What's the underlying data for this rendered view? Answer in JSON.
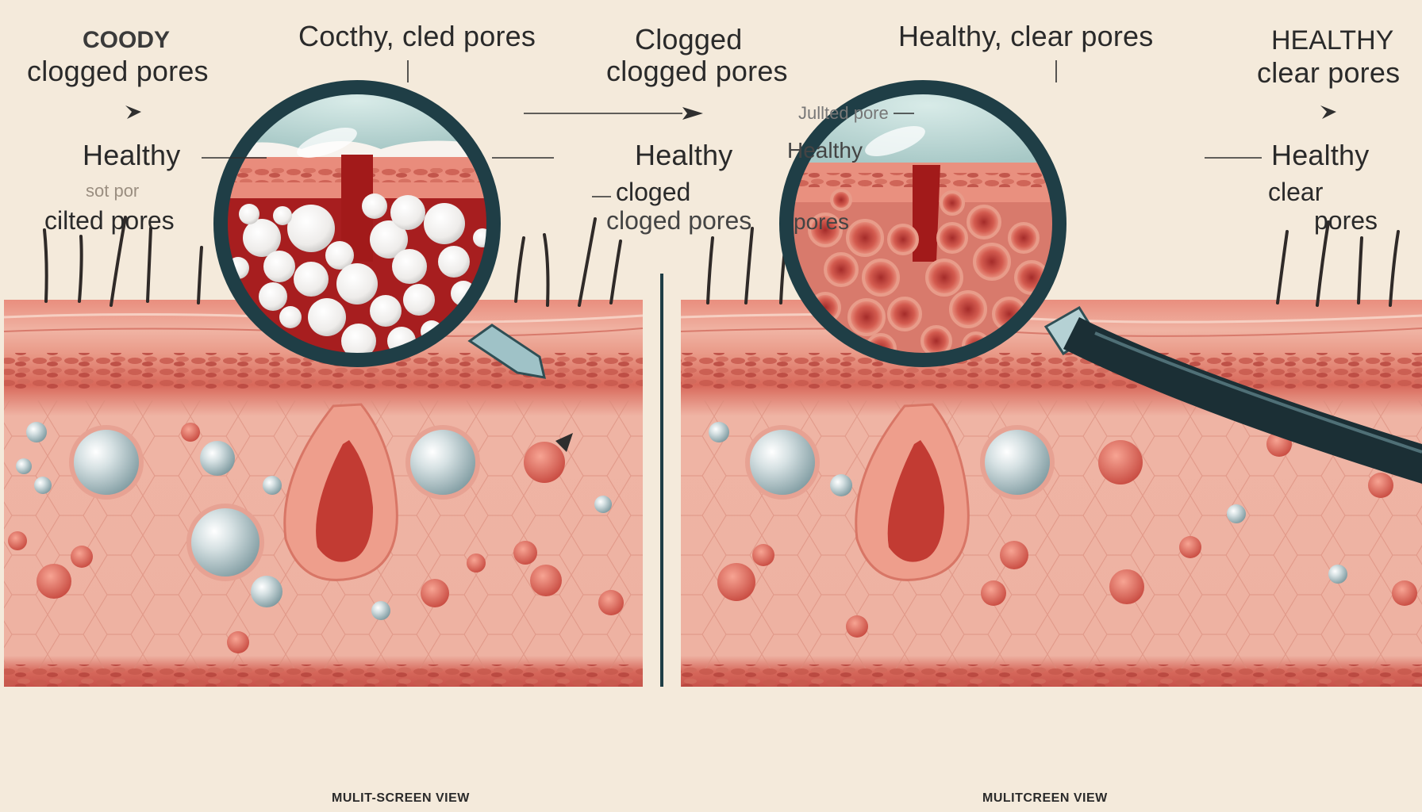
{
  "left_panel": {
    "labels": {
      "corner_title_line1": "COODY",
      "corner_title_line2": "clogged pores",
      "top_center_title": "Cocthy, cled pores",
      "right_title_line1": "Clogged",
      "right_title_line2": "clogged pores",
      "healthy_left": "Healthy",
      "faint_text": "sot por",
      "culted_pores": "cilted pores",
      "healthy_right": "Healthy",
      "cloged": "cloged",
      "cloged_pores": "cloged pores"
    },
    "footer": "MULIT-SCREEN VIEW"
  },
  "right_panel": {
    "labels": {
      "top_center_title": "Healthy, clear pores",
      "corner_title_line1": "HEALTHY",
      "corner_title_line2": "clear pores",
      "jullted_pore": "Jullted pore",
      "healthy_left": "Healthy",
      "pores": "pores",
      "healthy_right": "Healthy",
      "clear": "clear",
      "pores_right": "pores"
    },
    "footer": "MULITCREEN VIEW"
  },
  "colors": {
    "background": "#f4eadb",
    "skin_light": "#eeb0a0",
    "skin_mid": "#e08c7c",
    "skin_dark": "#c8584e",
    "pore_dark": "#9e1e1e",
    "magnifier_rim": "#1f3e46",
    "clog_white": "#f6f4f0"
  },
  "icons": {
    "magnifier": "magnifier-icon",
    "arrow": "arrow-icon"
  }
}
